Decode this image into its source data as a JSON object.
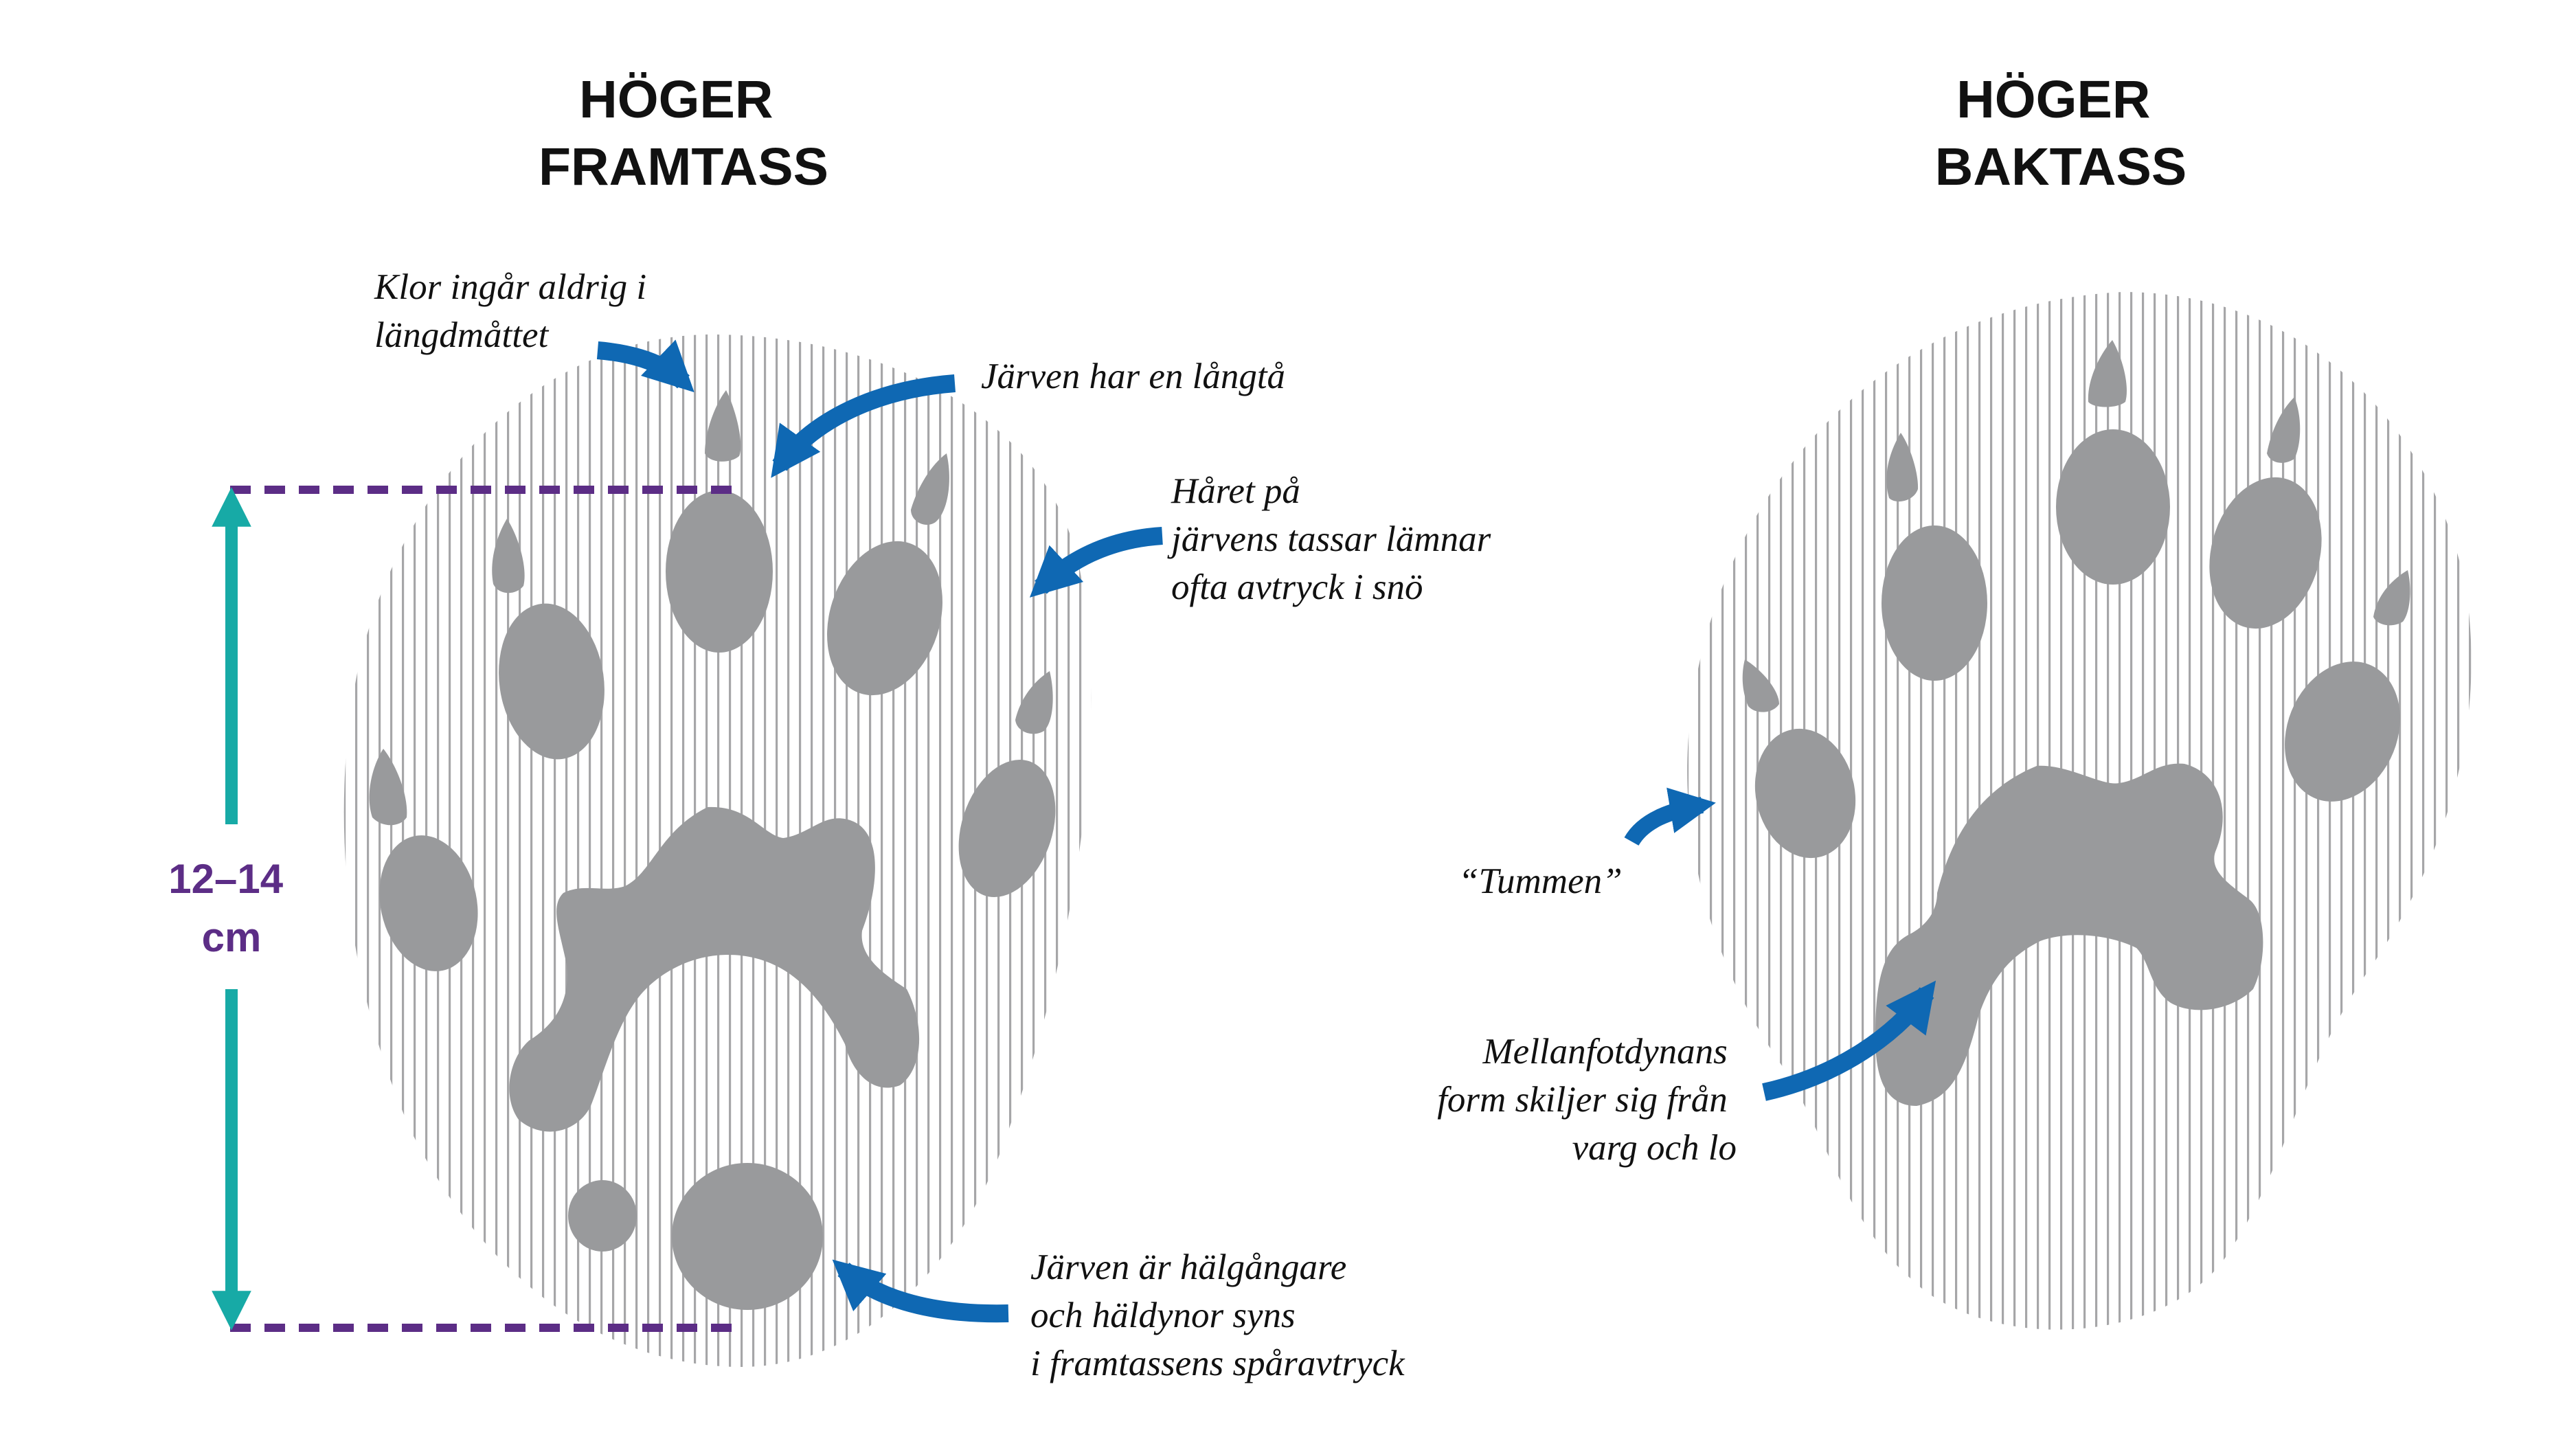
{
  "colors": {
    "pad": "#999a9c",
    "hatch": "#a6a6a8",
    "arrow": "#0f68b3",
    "measure_arrow": "#17aaa6",
    "measure_text": "#5c2d86",
    "dash": "#5c2d86"
  },
  "front": {
    "title": [
      "HÖGER",
      "FRAMTASS"
    ],
    "measure_label": [
      "12–14",
      "cm"
    ],
    "annotations": {
      "claws": [
        "Klor ingår aldrig i",
        "längdmåttet"
      ],
      "long_toe": [
        "Järven har en långtå"
      ],
      "hair": [
        "Håret på",
        "järvens tassar lämnar",
        "ofta avtryck i snö"
      ],
      "heel": [
        "Järven är hälgångare",
        "och häldynor syns",
        "i framtassens spåravtryck"
      ]
    }
  },
  "hind": {
    "title": [
      "HÖGER",
      "BAKTASS"
    ],
    "annotations": {
      "thumb": [
        "“Tummen”"
      ],
      "metatarsal": [
        "Mellanfotdynans",
        "form skiljer sig från",
        "varg och lo"
      ]
    }
  }
}
